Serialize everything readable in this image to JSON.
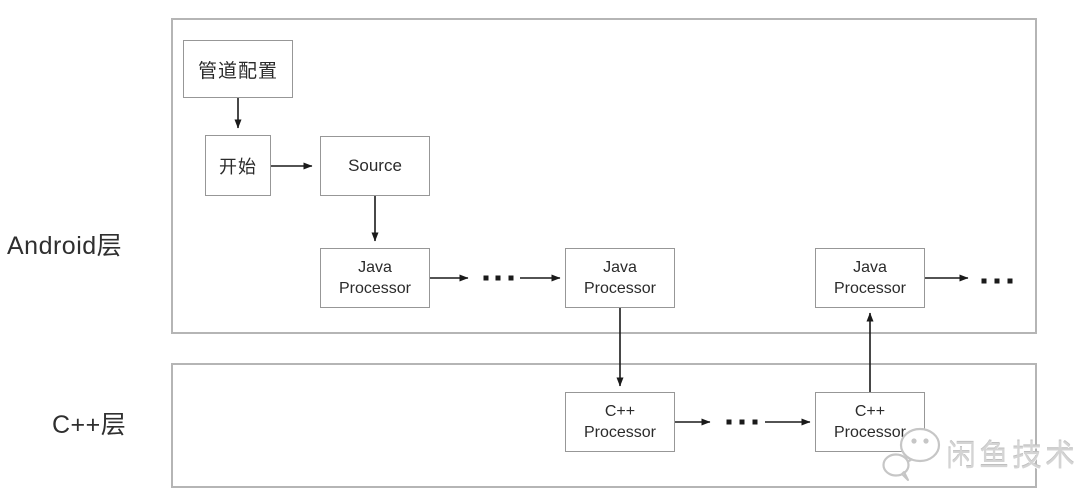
{
  "diagram": {
    "layers": {
      "android": {
        "label": "Android层"
      },
      "cpp": {
        "label": "C++层"
      }
    },
    "nodes": {
      "pipeline_config": {
        "label": "管道配置"
      },
      "start": {
        "label": "开始"
      },
      "source": {
        "label": "Source"
      },
      "java_processor_1": {
        "label": "Java Processor"
      },
      "java_processor_2": {
        "label": "Java Processor"
      },
      "java_processor_3": {
        "label": "Java Processor"
      },
      "cpp_processor_1": {
        "label": "C++ Processor"
      },
      "cpp_processor_2": {
        "label": "C++ Processor"
      }
    },
    "edges": [
      "pipeline_config -> start",
      "start -> source",
      "source -> java_processor_1",
      "java_processor_1 -> ... -> java_processor_2",
      "java_processor_2 -> cpp_processor_1",
      "cpp_processor_1 -> ... -> cpp_processor_2",
      "cpp_processor_2 -> java_processor_3",
      "java_processor_3 -> ..."
    ],
    "colors": {
      "box_border": "#979797",
      "container_border": "#b5b5b5",
      "arrow": "#1a1a1a",
      "text": "#2b2b2b",
      "watermark": "#d4d4d4"
    }
  },
  "watermark": {
    "label": "闲鱼技术",
    "icon": "wechat-chat-bubbles"
  }
}
